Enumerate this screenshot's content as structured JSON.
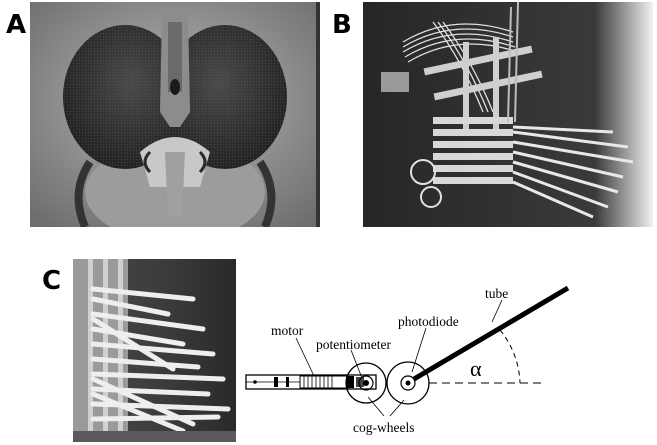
{
  "panels": {
    "a": {
      "letter": "A"
    },
    "b": {
      "letter": "B"
    },
    "c": {
      "letter": "C"
    }
  },
  "schematic": {
    "labels": {
      "motor": "motor",
      "potentiometer": "potentiometer",
      "photodiode": "photodiode",
      "tube": "tube",
      "cog_wheels": "cog-wheels",
      "angle": "α"
    }
  }
}
